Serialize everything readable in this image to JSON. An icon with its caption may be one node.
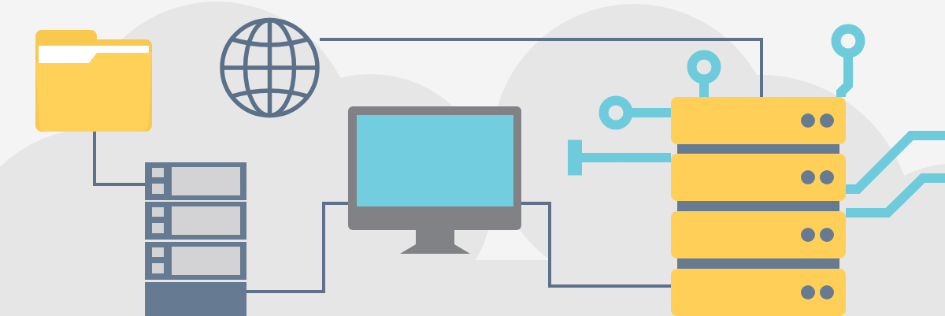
{
  "diagram": {
    "nodes": [
      {
        "text": [],
        "shape": "picture"
      },
      {
        "text": [],
        "shape": "picture"
      },
      {
        "text": [],
        "shape": "picture"
      },
      {
        "text": [],
        "shape": "picture"
      },
      {
        "text": [],
        "shape": "picture"
      }
    ],
    "edges": [
      {
        "from": 0,
        "to": 2,
        "arrow": "none",
        "color": "#5d718b"
      },
      {
        "from": 2,
        "to": 3,
        "arrow": "none",
        "color": "#5d718b"
      },
      {
        "from": 3,
        "to": 4,
        "arrow": "none",
        "color": "#5d718b"
      },
      {
        "from": 1,
        "to": 4,
        "arrow": "none",
        "color": "#5d718b"
      },
      {
        "from": 4,
        "to": null,
        "arrow": "other",
        "color": "#6ecbdb"
      },
      {
        "from": 4,
        "to": null,
        "arrow": "other",
        "color": "#6ecbdb"
      },
      {
        "from": 4,
        "to": null,
        "arrow": "other",
        "color": "#6ecbdb"
      },
      {
        "from": 4,
        "to": null,
        "arrow": "other",
        "color": "#6ecbdb"
      },
      {
        "from": 4,
        "to": null,
        "arrow": "none",
        "color": "#6ecbdb"
      },
      {
        "from": 4,
        "to": null,
        "arrow": "none",
        "color": "#6ecbdb"
      }
    ]
  }
}
